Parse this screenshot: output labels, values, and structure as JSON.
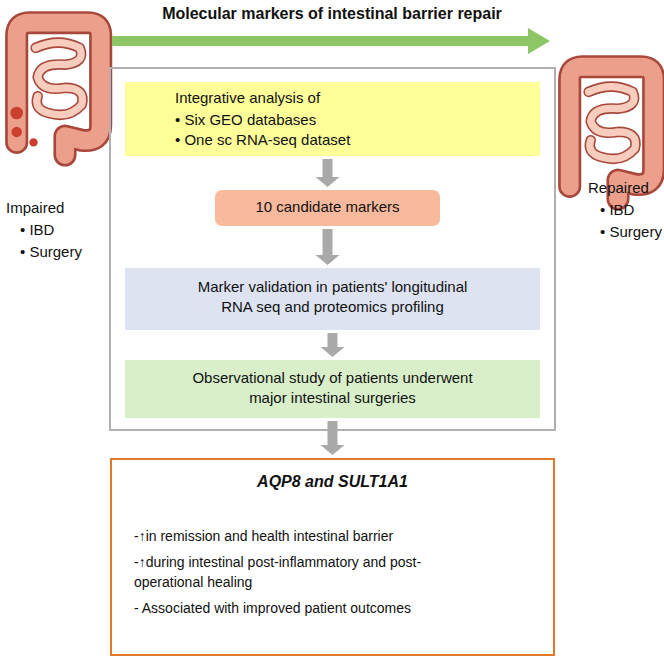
{
  "diagram": {
    "title": "Molecular markers of intestinal barrier repair",
    "nodes": [
      {
        "text": [
          "Integrative analysis of",
          "• Six GEO databases",
          "• One sc RNA-seq dataset"
        ]
      },
      {
        "text": [
          "10 candidate markers"
        ]
      },
      {
        "text": [
          "Marker validation in patients' longitudinal RNA seq and proteomics profiling"
        ]
      },
      {
        "text": [
          "Observational study of patients underwent major intestinal surgeries"
        ]
      },
      {
        "text": [
          "AQP8 and SULT1A1",
          "-↑in remission and health intestinal barrier",
          "-↑during intestinal post-inflammatory and post-operational healing",
          "- Associated with improved patient outcomes"
        ]
      }
    ],
    "edges": [
      {
        "from": 0,
        "to": 1,
        "arrow": "to"
      },
      {
        "from": 1,
        "to": 2,
        "arrow": "to"
      },
      {
        "from": 2,
        "to": 3,
        "arrow": "to"
      },
      {
        "from": 3,
        "to": 4,
        "arrow": "to"
      }
    ],
    "labels": [
      "Impaired",
      "• IBD",
      "• Surgery",
      "Repaired",
      "• IBD",
      "• Surgery"
    ]
  }
}
